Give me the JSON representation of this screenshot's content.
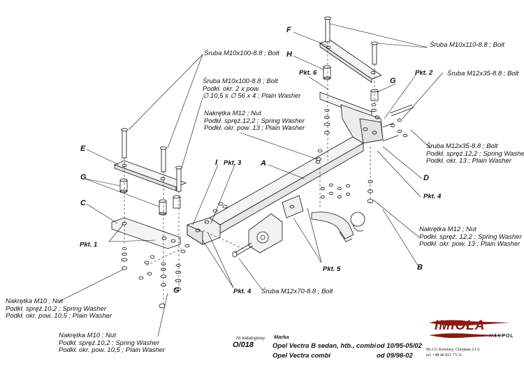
{
  "callouts": {
    "bolt_top_left": "Śruba M10x100-8.8 ;  Bolt",
    "bolt_washer": {
      "line1": "Śruba M10x100-8.8 ;  Bolt",
      "line2": "Podkł. okr. 2 x pow.",
      "line3": "∅ 10,5 x ∅ 56 x 4 ; Plain Washer"
    },
    "nut_m12_top": {
      "line1": "Nakrętka  M12 ; Nut",
      "line2": "Podkł. spręż.12,2 ; Spring Washer",
      "line3": "Podkł. okr. pow. 13 ; Plain Washer"
    },
    "bolt_top_right": "Śruba M10x110-8.8 ;  Bolt",
    "bolt_m12x35_top": "Śruba M12x35-8.8 ;  Bolt",
    "bolt_m12x35_right": {
      "line1": "Śruba M12x35-8.8 ;  Bolt",
      "line2": "Podkł. spręż.12,2 ; Spring Washer",
      "line3": "Podkł. okr. 13 ; Plain Washer"
    },
    "nut_m12_right": {
      "line1": "Nakrętka  M12 ; Nut",
      "line2": "Podkł. spręż. 12,2 ; Spring Washer",
      "line3": "Podkł. okr. pow. 13 ; Plain Washer"
    },
    "nut_m10_left": {
      "line1": "Nakrętka  M10 ; Nut",
      "line2": "Podkł. spręż.10,2 ; Spring Washer",
      "line3": "Podkł. okr. pow. 10,5 ; Plain Washer"
    },
    "nut_m10_bottom": {
      "line1": "Nakrętka  M10 ; Nut",
      "line2": "Podkł. spręż.10,2 ; Spring Washer",
      "line3": "Podkł. okr. pow. 10,5 ; Plain Washer"
    },
    "bolt_m12x70": "Śruba M12x70-8.8 ;  Bolt"
  },
  "letters": {
    "F": "F",
    "H": "H",
    "G_top": "G",
    "E": "E",
    "G_left": "G",
    "C": "C",
    "I": "I",
    "A": "A",
    "D": "D",
    "B": "B",
    "G_right": "G"
  },
  "points": {
    "pkt6": "Pkt. 6",
    "pkt2": "Pkt. 2",
    "pkt3": "Pkt. 3",
    "pkt1": "Pkt. 1",
    "pkt4_right": "Pkt. 4",
    "pkt4_bottom": "Pkt. 4",
    "pkt5": "Pkt. 5"
  },
  "footer": {
    "catalog_label": "Nr katalogowy",
    "brand_label": "Marka",
    "catalog_no": "O/018",
    "model1": "Opel Vectra B sedan, htb., combi",
    "dates1": "od  10/95-05/02",
    "model2": "Opel Vectra combi",
    "dates2": "od 09/98-02"
  },
  "logo": {
    "name": "IMIOŁA",
    "sub": "HAKPOL",
    "address": "96-111 Kowiesy, Chojnata 23 A",
    "tel": "tel. +48 46 831 73 31",
    "color": "#8a1a12"
  }
}
